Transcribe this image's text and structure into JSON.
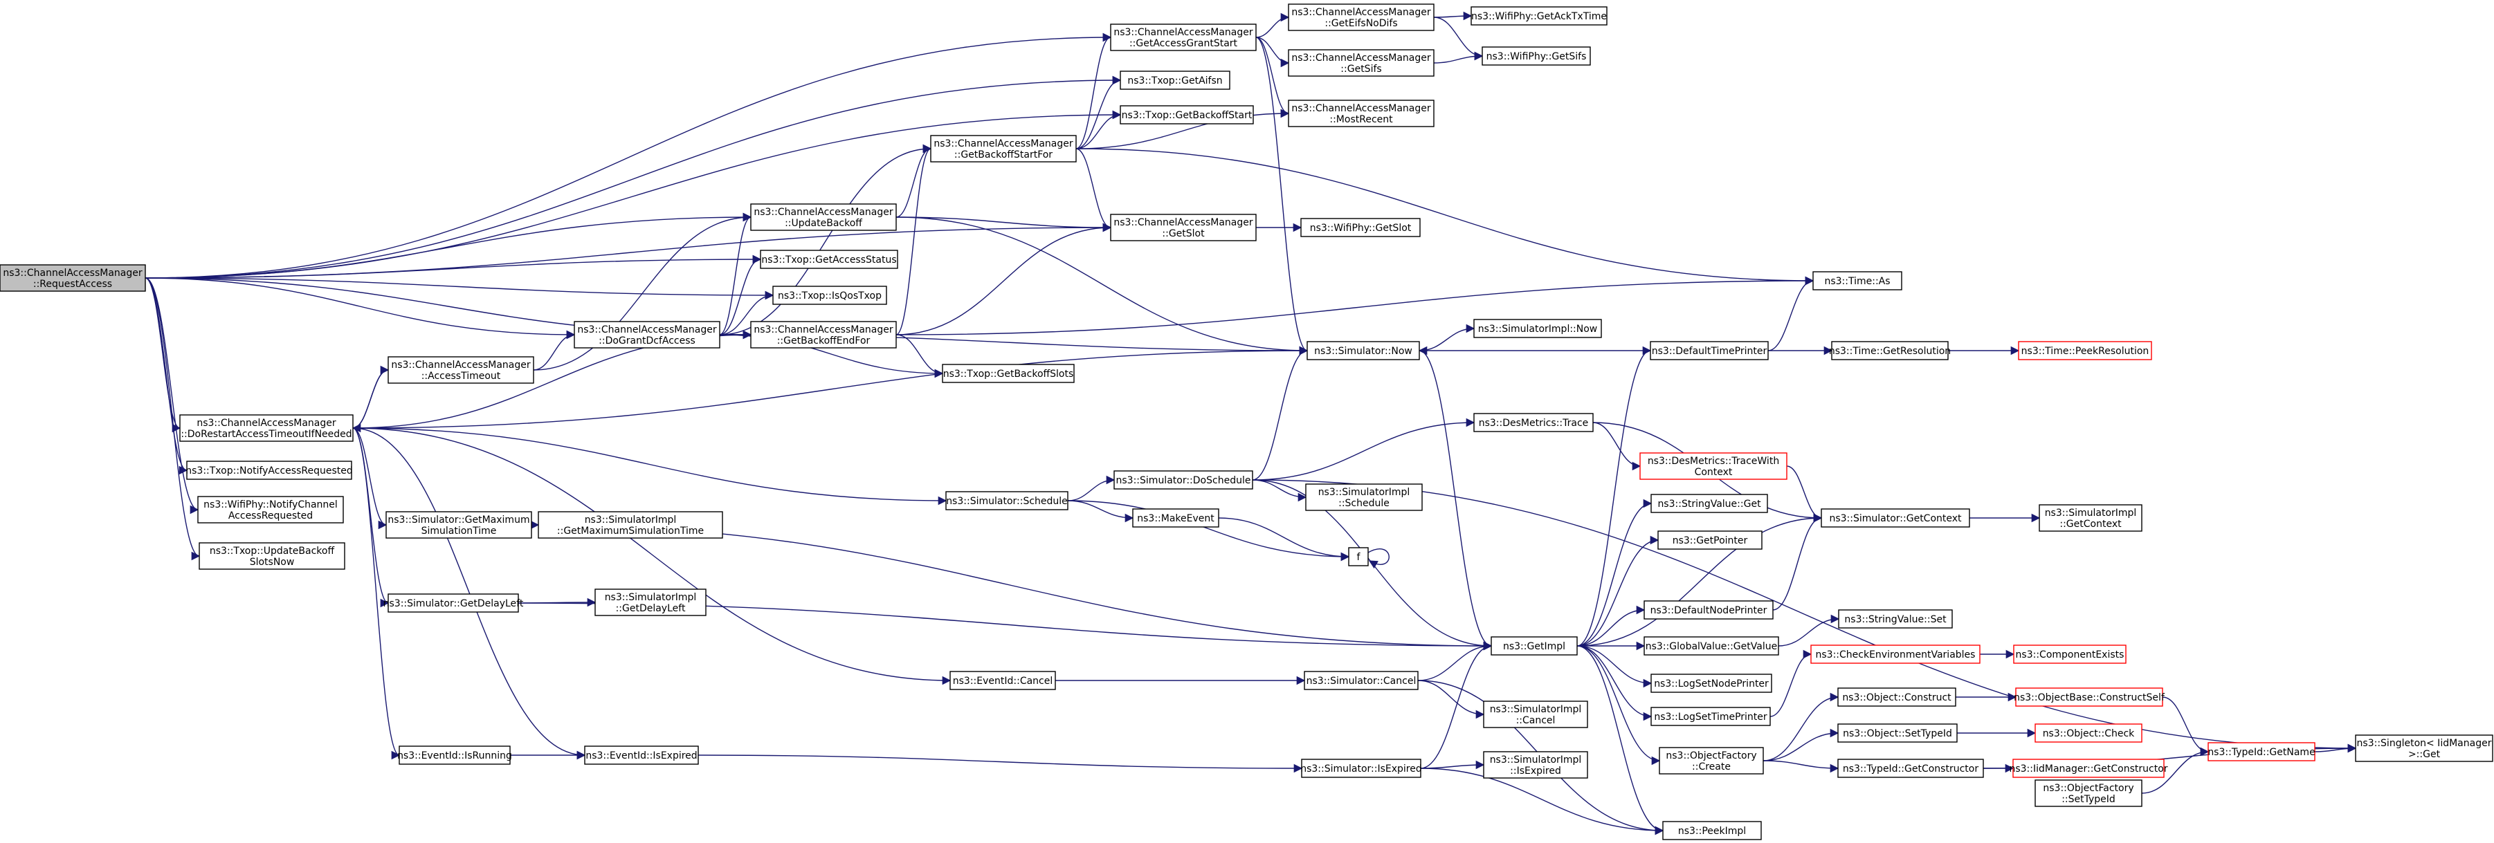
{
  "colors": {
    "edge": "#191970",
    "root_fill": "#bfbfbf",
    "node_border": "#000000",
    "missing_border": "#ff0000"
  },
  "nodes": [
    {
      "id": "root",
      "lines": [
        "ns3::ChannelAccessManager",
        "::RequestAccess"
      ],
      "style": "root"
    },
    {
      "id": "gags",
      "lines": [
        "ns3::ChannelAccessManager",
        "::GetAccessGrantStart"
      ]
    },
    {
      "id": "geifs",
      "lines": [
        "ns3::ChannelAccessManager",
        "::GetEifsNoDifs"
      ]
    },
    {
      "id": "acktx",
      "lines": [
        "ns3::WifiPhy::GetAckTxTime"
      ]
    },
    {
      "id": "cgsifs",
      "lines": [
        "ns3::ChannelAccessManager",
        "::GetSifs"
      ]
    },
    {
      "id": "wsifs",
      "lines": [
        "ns3::WifiPhy::GetSifs"
      ]
    },
    {
      "id": "mrec",
      "lines": [
        "ns3::ChannelAccessManager",
        "::MostRecent"
      ]
    },
    {
      "id": "aifsn",
      "lines": [
        "ns3::Txop::GetAifsn"
      ]
    },
    {
      "id": "bstart",
      "lines": [
        "ns3::Txop::GetBackoffStart"
      ]
    },
    {
      "id": "gbsf",
      "lines": [
        "ns3::ChannelAccessManager",
        "::GetBackoffStartFor"
      ]
    },
    {
      "id": "ubo",
      "lines": [
        "ns3::ChannelAccessManager",
        "::UpdateBackoff"
      ]
    },
    {
      "id": "cslot",
      "lines": [
        "ns3::ChannelAccessManager",
        "::GetSlot"
      ]
    },
    {
      "id": "wslot",
      "lines": [
        "ns3::WifiPhy::GetSlot"
      ]
    },
    {
      "id": "astat",
      "lines": [
        "ns3::Txop::GetAccessStatus"
      ]
    },
    {
      "id": "tas",
      "lines": [
        "ns3::Time::As"
      ]
    },
    {
      "id": "isqos",
      "lines": [
        "ns3::Txop::IsQosTxop"
      ]
    },
    {
      "id": "dgdcf",
      "lines": [
        "ns3::ChannelAccessManager",
        "::DoGrantDcfAccess"
      ]
    },
    {
      "id": "gbef",
      "lines": [
        "ns3::ChannelAccessManager",
        "::GetBackoffEndFor"
      ]
    },
    {
      "id": "snow",
      "lines": [
        "ns3::Simulator::Now"
      ]
    },
    {
      "id": "sinow",
      "lines": [
        "ns3::SimulatorImpl::Now"
      ]
    },
    {
      "id": "dtp",
      "lines": [
        "ns3::DefaultTimePrinter"
      ]
    },
    {
      "id": "tres",
      "lines": [
        "ns3::Time::GetResolution"
      ]
    },
    {
      "id": "tpeek",
      "lines": [
        "ns3::Time::PeekResolution"
      ],
      "style": "red"
    },
    {
      "id": "ato",
      "lines": [
        "ns3::ChannelAccessManager",
        "::AccessTimeout"
      ]
    },
    {
      "id": "bslots",
      "lines": [
        "ns3::Txop::GetBackoffSlots"
      ]
    },
    {
      "id": "drat",
      "lines": [
        "ns3::ChannelAccessManager",
        "::DoRestartAccessTimeoutIfNeeded"
      ]
    },
    {
      "id": "dmt",
      "lines": [
        "ns3::DesMetrics::Trace"
      ]
    },
    {
      "id": "nar",
      "lines": [
        "ns3::Txop::NotifyAccessRequested"
      ]
    },
    {
      "id": "dmtc",
      "lines": [
        "ns3::DesMetrics::TraceWith",
        "Context"
      ],
      "style": "red"
    },
    {
      "id": "sdos",
      "lines": [
        "ns3::Simulator::DoSchedule"
      ]
    },
    {
      "id": "wnca",
      "lines": [
        "ns3::WifiPhy::NotifyChannel",
        "AccessRequested"
      ]
    },
    {
      "id": "ssch",
      "lines": [
        "ns3::Simulator::Schedule"
      ]
    },
    {
      "id": "sisch",
      "lines": [
        "ns3::SimulatorImpl",
        "::Schedule"
      ]
    },
    {
      "id": "svget",
      "lines": [
        "ns3::StringValue::Get"
      ]
    },
    {
      "id": "sgctx",
      "lines": [
        "ns3::Simulator::GetContext"
      ]
    },
    {
      "id": "sigctx",
      "lines": [
        "ns3::SimulatorImpl",
        "::GetContext"
      ]
    },
    {
      "id": "ubns",
      "lines": [
        "ns3::Txop::UpdateBackoff",
        "SlotsNow"
      ]
    },
    {
      "id": "mev",
      "lines": [
        "ns3::MakeEvent"
      ]
    },
    {
      "id": "sgmax",
      "lines": [
        "ns3::Simulator::GetMaximum",
        "SimulationTime"
      ]
    },
    {
      "id": "sigmax",
      "lines": [
        "ns3::SimulatorImpl",
        "::GetMaximumSimulationTime"
      ]
    },
    {
      "id": "gptr",
      "lines": [
        "ns3::GetPointer"
      ]
    },
    {
      "id": "fn",
      "lines": [
        "f"
      ]
    },
    {
      "id": "sgdl",
      "lines": [
        "ns3::Simulator::GetDelayLeft"
      ]
    },
    {
      "id": "sigdl",
      "lines": [
        "ns3::SimulatorImpl",
        "::GetDelayLeft"
      ]
    },
    {
      "id": "dnp",
      "lines": [
        "ns3::DefaultNodePrinter"
      ]
    },
    {
      "id": "svset",
      "lines": [
        "ns3::StringValue::Set"
      ]
    },
    {
      "id": "gimpl",
      "lines": [
        "ns3::GetImpl"
      ]
    },
    {
      "id": "gvget",
      "lines": [
        "ns3::GlobalValue::GetValue"
      ]
    },
    {
      "id": "cenv",
      "lines": [
        "ns3::CheckEnvironmentVariables"
      ],
      "style": "red"
    },
    {
      "id": "cexist",
      "lines": [
        "ns3::ComponentExists"
      ],
      "style": "red"
    },
    {
      "id": "ecancel",
      "lines": [
        "ns3::EventId::Cancel"
      ]
    },
    {
      "id": "scancel",
      "lines": [
        "ns3::Simulator::Cancel"
      ]
    },
    {
      "id": "lsnp",
      "lines": [
        "ns3::LogSetNodePrinter"
      ]
    },
    {
      "id": "ocon",
      "lines": [
        "ns3::Object::Construct"
      ]
    },
    {
      "id": "obcs",
      "lines": [
        "ns3::ObjectBase::ConstructSelf"
      ],
      "style": "red"
    },
    {
      "id": "sicancel",
      "lines": [
        "ns3::SimulatorImpl",
        "::Cancel"
      ]
    },
    {
      "id": "lstp",
      "lines": [
        "ns3::LogSetTimePrinter"
      ]
    },
    {
      "id": "osti",
      "lines": [
        "ns3::Object::SetTypeId"
      ]
    },
    {
      "id": "ochk",
      "lines": [
        "ns3::Object::Check"
      ],
      "style": "red"
    },
    {
      "id": "tgn",
      "lines": [
        "ns3::TypeId::GetName"
      ],
      "style": "red"
    },
    {
      "id": "sget",
      "lines": [
        "ns3::Singleton< IidManager",
        " >::Get"
      ]
    },
    {
      "id": "erun",
      "lines": [
        "ns3::EventId::IsRunning"
      ]
    },
    {
      "id": "eexp",
      "lines": [
        "ns3::EventId::IsExpired"
      ]
    },
    {
      "id": "ofc",
      "lines": [
        "ns3::ObjectFactory",
        "::Create"
      ]
    },
    {
      "id": "tgc",
      "lines": [
        "ns3::TypeId::GetConstructor"
      ]
    },
    {
      "id": "iidgc",
      "lines": [
        "ns3::IidManager::GetConstructor"
      ],
      "style": "red"
    },
    {
      "id": "sexp",
      "lines": [
        "ns3::Simulator::IsExpired"
      ]
    },
    {
      "id": "siexp",
      "lines": [
        "ns3::SimulatorImpl",
        "::IsExpired"
      ]
    },
    {
      "id": "ofst",
      "lines": [
        "ns3::ObjectFactory",
        "::SetTypeId"
      ]
    },
    {
      "id": "peek",
      "lines": [
        "ns3::PeekImpl"
      ]
    }
  ],
  "edges": [
    [
      "root",
      "gags"
    ],
    [
      "root",
      "aifsn"
    ],
    [
      "root",
      "bstart"
    ],
    [
      "root",
      "ubo"
    ],
    [
      "root",
      "cslot"
    ],
    [
      "root",
      "astat"
    ],
    [
      "root",
      "isqos"
    ],
    [
      "root",
      "dgdcf"
    ],
    [
      "root",
      "gbef"
    ],
    [
      "root",
      "drat"
    ],
    [
      "root",
      "nar"
    ],
    [
      "root",
      "wnca"
    ],
    [
      "root",
      "ubns"
    ],
    [
      "gags",
      "geifs"
    ],
    [
      "gags",
      "cgsifs"
    ],
    [
      "gags",
      "mrec"
    ],
    [
      "gags",
      "snow"
    ],
    [
      "geifs",
      "acktx"
    ],
    [
      "geifs",
      "wsifs"
    ],
    [
      "cgsifs",
      "wsifs"
    ],
    [
      "gbsf",
      "gags"
    ],
    [
      "gbsf",
      "aifsn"
    ],
    [
      "gbsf",
      "bstart"
    ],
    [
      "gbsf",
      "mrec"
    ],
    [
      "gbsf",
      "cslot"
    ],
    [
      "gbsf",
      "tas"
    ],
    [
      "ubo",
      "gbsf"
    ],
    [
      "ubo",
      "cslot"
    ],
    [
      "ubo",
      "snow"
    ],
    [
      "cslot",
      "wslot"
    ],
    [
      "dgdcf",
      "gbsf"
    ],
    [
      "dgdcf",
      "ubo"
    ],
    [
      "dgdcf",
      "astat"
    ],
    [
      "dgdcf",
      "isqos"
    ],
    [
      "dgdcf",
      "gbef"
    ],
    [
      "dgdcf",
      "bslots"
    ],
    [
      "dgdcf",
      "snow"
    ],
    [
      "gbef",
      "gbsf"
    ],
    [
      "gbef",
      "cslot"
    ],
    [
      "gbef",
      "bslots"
    ],
    [
      "gbef",
      "tas"
    ],
    [
      "ato",
      "ubo"
    ],
    [
      "ato",
      "dgdcf"
    ],
    [
      "ato",
      "drat"
    ],
    [
      "drat",
      "ato"
    ],
    [
      "drat",
      "gbef"
    ],
    [
      "drat",
      "snow"
    ],
    [
      "drat",
      "ssch"
    ],
    [
      "drat",
      "sgmax"
    ],
    [
      "drat",
      "sgdl"
    ],
    [
      "drat",
      "ecancel"
    ],
    [
      "drat",
      "erun"
    ],
    [
      "drat",
      "eexp"
    ],
    [
      "snow",
      "sinow"
    ],
    [
      "snow",
      "gimpl"
    ],
    [
      "dtp",
      "snow"
    ],
    [
      "dtp",
      "tas"
    ],
    [
      "dtp",
      "tres"
    ],
    [
      "tres",
      "tpeek"
    ],
    [
      "ssch",
      "sdos"
    ],
    [
      "ssch",
      "mev"
    ],
    [
      "ssch",
      "fn"
    ],
    [
      "sdos",
      "snow"
    ],
    [
      "sdos",
      "dmt"
    ],
    [
      "sdos",
      "gimpl"
    ],
    [
      "sdos",
      "sisch"
    ],
    [
      "sdos",
      "sget"
    ],
    [
      "dmt",
      "dmtc"
    ],
    [
      "dmt",
      "sgctx"
    ],
    [
      "dmtc",
      "sgctx"
    ],
    [
      "mev",
      "fn"
    ],
    [
      "fn",
      "fn"
    ],
    [
      "sgmax",
      "sigmax"
    ],
    [
      "sgmax",
      "gimpl"
    ],
    [
      "sgdl",
      "sigdl"
    ],
    [
      "sgdl",
      "gimpl"
    ],
    [
      "gimpl",
      "dtp"
    ],
    [
      "gimpl",
      "svget"
    ],
    [
      "gimpl",
      "gptr"
    ],
    [
      "gimpl",
      "dnp"
    ],
    [
      "gimpl",
      "gvget"
    ],
    [
      "gimpl",
      "lsnp"
    ],
    [
      "gimpl",
      "lstp"
    ],
    [
      "gimpl",
      "ofc"
    ],
    [
      "gimpl",
      "peek"
    ],
    [
      "gimpl",
      "sgctx"
    ],
    [
      "sgctx",
      "sigctx"
    ],
    [
      "dnp",
      "sgctx"
    ],
    [
      "gvget",
      "svset"
    ],
    [
      "lstp",
      "cenv"
    ],
    [
      "cenv",
      "cexist"
    ],
    [
      "ecancel",
      "scancel"
    ],
    [
      "scancel",
      "gimpl"
    ],
    [
      "scancel",
      "sicancel"
    ],
    [
      "scancel",
      "peek"
    ],
    [
      "ofc",
      "ocon"
    ],
    [
      "ofc",
      "osti"
    ],
    [
      "ofc",
      "tgc"
    ],
    [
      "ocon",
      "obcs"
    ],
    [
      "obcs",
      "tgn"
    ],
    [
      "osti",
      "ochk"
    ],
    [
      "tgn",
      "sget"
    ],
    [
      "tgc",
      "iidgc"
    ],
    [
      "tgc",
      "sget"
    ],
    [
      "ofst",
      "tgn"
    ],
    [
      "erun",
      "eexp"
    ],
    [
      "eexp",
      "sexp"
    ],
    [
      "sexp",
      "gimpl"
    ],
    [
      "sexp",
      "siexp"
    ],
    [
      "sexp",
      "peek"
    ]
  ]
}
